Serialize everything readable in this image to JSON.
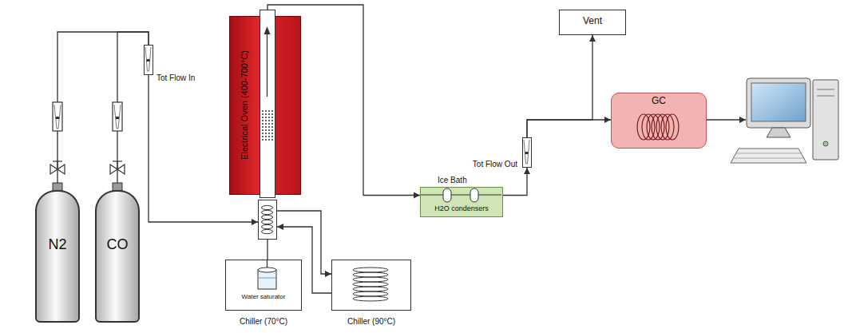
{
  "diagram": {
    "nodes": [
      {
        "text": [
          "N2"
        ]
      },
      {
        "text": [
          "CO"
        ]
      },
      {
        "text": [
          "Tot Flow In"
        ]
      },
      {
        "text": [
          "Electrical Oven (400-700°C)"
        ]
      },
      {
        "text": [
          "Water saturator",
          "Chiller (70°C)"
        ]
      },
      {
        "text": [
          "Chiller (90°C)"
        ]
      },
      {
        "text": [
          "Ice Bath",
          "H2O condensers"
        ]
      },
      {
        "text": [
          "Tot Flow Out"
        ]
      },
      {
        "text": [
          "Vent"
        ]
      },
      {
        "text": [
          "GC"
        ]
      }
    ],
    "edges": [
      {
        "from": 0,
        "to": 2,
        "arrow": "none"
      },
      {
        "from": 1,
        "to": 2,
        "arrow": "none"
      },
      {
        "from": 2,
        "to": 3,
        "arrow": "to"
      },
      {
        "from": 3,
        "to": 6,
        "arrow": "to"
      },
      {
        "from": 6,
        "to": 7,
        "arrow": "to"
      },
      {
        "from": 7,
        "to": 8,
        "arrow": "to"
      },
      {
        "from": 7,
        "to": 9,
        "arrow": "to"
      },
      {
        "from": 3,
        "to": 5,
        "arrow": "to"
      },
      {
        "from": 5,
        "to": 3,
        "arrow": "to"
      },
      {
        "from": 4,
        "to": 3,
        "arrow": "none"
      }
    ]
  }
}
